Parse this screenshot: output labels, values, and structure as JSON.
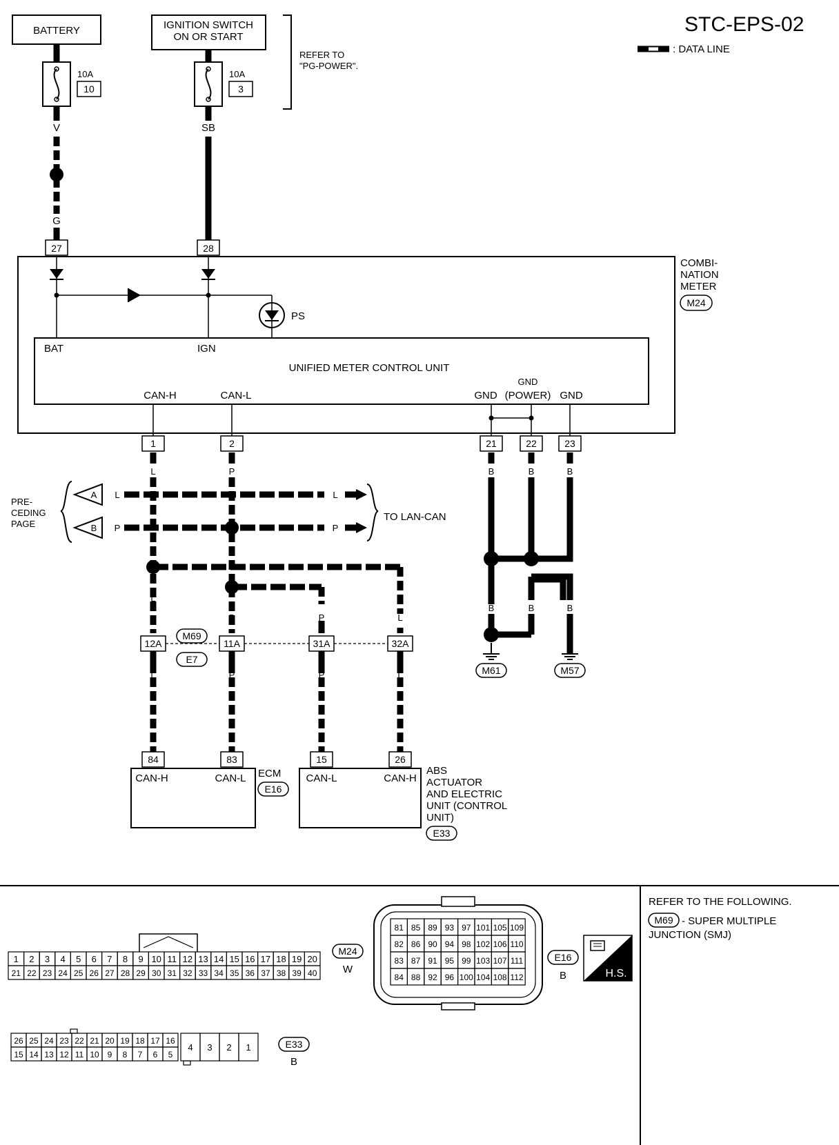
{
  "page": {
    "code": "STC-EPS-02",
    "legend_label": ": DATA LINE"
  },
  "supply": {
    "battery_label": "BATTERY",
    "ignition_label_1": "IGNITION SWITCH",
    "ignition_label_2": "ON OR START",
    "refer_1": "REFER TO",
    "refer_2": "\"PG-POWER\".",
    "fuse1_amp": "10A",
    "fuse1_no": "10",
    "fuse2_amp": "10A",
    "fuse2_no": "3",
    "wire_v": "V",
    "wire_sb": "SB",
    "wire_g": "G"
  },
  "meter": {
    "pin_bat": "27",
    "pin_ign": "28",
    "title_1": "COMBI-",
    "title_2": "NATION",
    "title_3": "METER",
    "connector": "M24",
    "ps": "PS",
    "bat": "BAT",
    "ign": "IGN",
    "unit_title": "UNIFIED METER CONTROL UNIT",
    "can_h": "CAN-H",
    "can_l": "CAN-L",
    "gnd1": "GND",
    "gnd2_1": "GND",
    "gnd2_2": "(POWER)",
    "gnd3": "GND",
    "pins": [
      "1",
      "2",
      "21",
      "22",
      "23"
    ]
  },
  "bus": {
    "wire_l": "L",
    "wire_p": "P",
    "wire_b": "B",
    "arrow_a": "A",
    "arrow_b": "B",
    "prev_1": "PRE-",
    "prev_2": "CEDING",
    "prev_3": "PAGE",
    "to_lan": "TO LAN-CAN",
    "junction_pins": [
      "12A",
      "11A",
      "31A",
      "32A"
    ],
    "junction_1": "M69",
    "junction_2": "E7",
    "ground_1": "M61",
    "ground_2": "M57"
  },
  "ecm": {
    "pin_h": "84",
    "pin_l": "83",
    "can_h": "CAN-H",
    "can_l": "CAN-L",
    "name": "ECM",
    "connector": "E16"
  },
  "abs": {
    "pin_l": "15",
    "pin_h": "26",
    "can_l": "CAN-L",
    "can_h": "CAN-H",
    "name_1": "ABS",
    "name_2": "ACTUATOR",
    "name_3": "AND ELECTRIC",
    "name_4": "UNIT (CONTROL",
    "name_5": "UNIT)",
    "connector": "E33"
  },
  "connectors": {
    "m24_row1": [
      "1",
      "2",
      "3",
      "4",
      "5",
      "6",
      "7",
      "8",
      "9",
      "10",
      "11",
      "12",
      "13",
      "14",
      "15",
      "16",
      "17",
      "18",
      "19",
      "20"
    ],
    "m24_row2": [
      "21",
      "22",
      "23",
      "24",
      "25",
      "26",
      "27",
      "28",
      "29",
      "30",
      "31",
      "32",
      "33",
      "34",
      "35",
      "36",
      "37",
      "38",
      "39",
      "40"
    ],
    "m24_name": "M24",
    "m24_color": "W",
    "e16_rows": [
      [
        "81",
        "85",
        "89",
        "93",
        "97",
        "101",
        "105",
        "109"
      ],
      [
        "82",
        "86",
        "90",
        "94",
        "98",
        "102",
        "106",
        "110"
      ],
      [
        "83",
        "87",
        "91",
        "95",
        "99",
        "103",
        "107",
        "111"
      ],
      [
        "84",
        "88",
        "92",
        "96",
        "100",
        "104",
        "108",
        "112"
      ]
    ],
    "e16_name": "E16",
    "e16_color": "B",
    "hs": "H.S.",
    "e33_row1": [
      "26",
      "25",
      "24",
      "23",
      "22",
      "21",
      "20",
      "19",
      "18",
      "17",
      "16"
    ],
    "e33_row2": [
      "15",
      "14",
      "13",
      "12",
      "11",
      "10",
      "9",
      "8",
      "7",
      "6",
      "5"
    ],
    "e33_big": [
      "4",
      "3",
      "2",
      "1"
    ],
    "e33_name": "E33",
    "e33_color": "B"
  },
  "notes": {
    "refer_following": "REFER TO THE FOLLOWING.",
    "m69": "M69",
    "smj_1": "- SUPER MULTIPLE",
    "smj_2": "JUNCTION (SMJ)"
  }
}
